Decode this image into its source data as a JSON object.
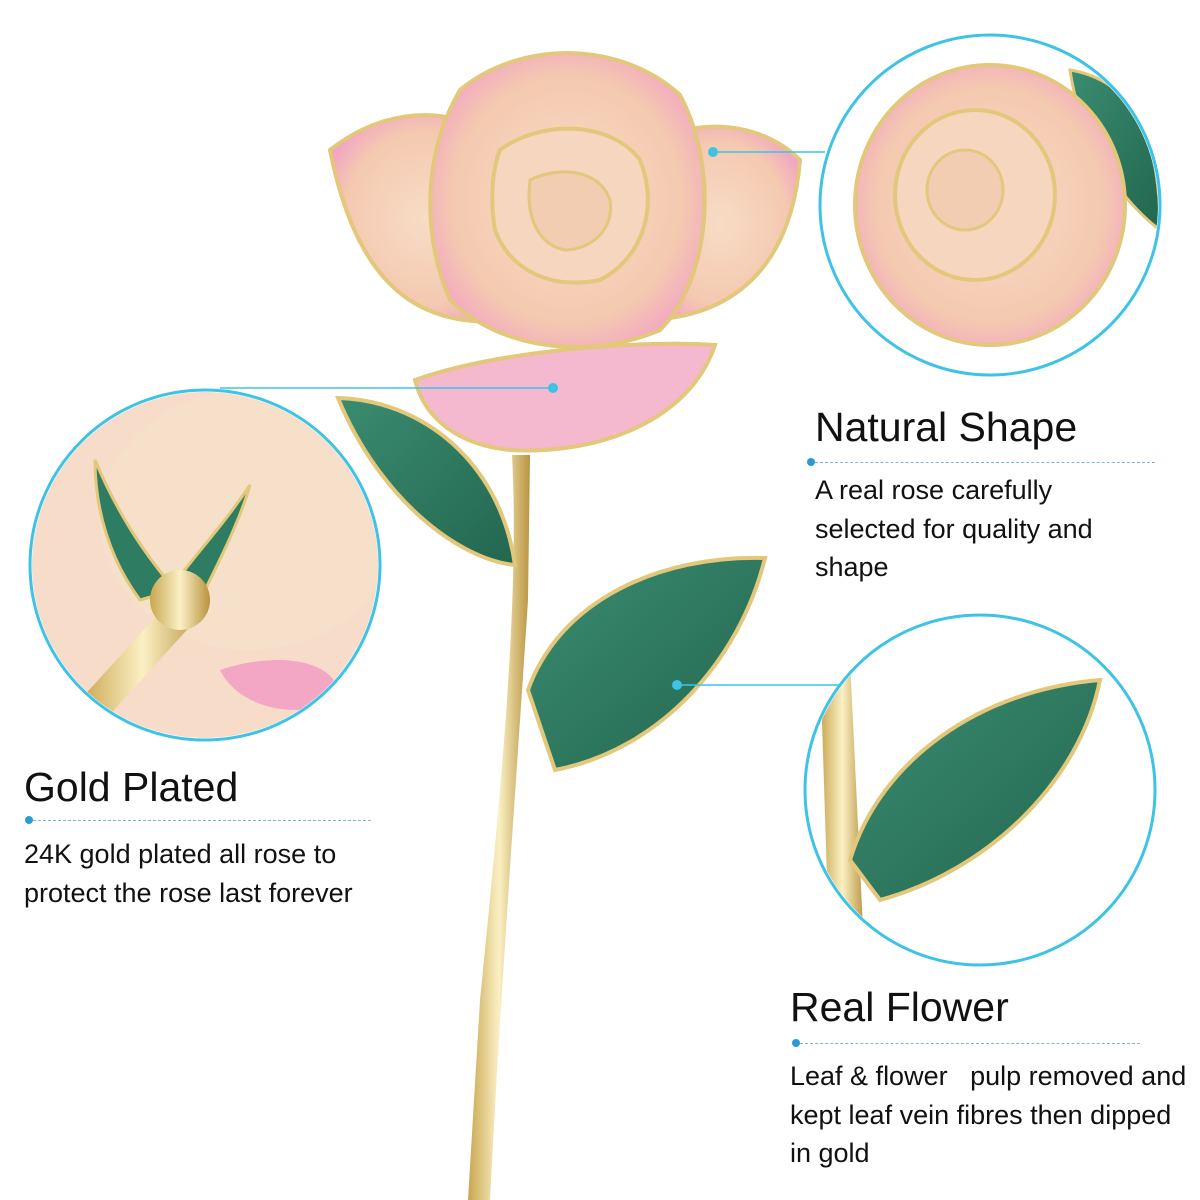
{
  "colors": {
    "accent": "#3ec3e6",
    "petal_pink": "#f3a3c8",
    "petal_peach": "#f7d3bb",
    "leaf": "#2e7d62",
    "gold": "#e3c77a"
  },
  "features": [
    {
      "title": "Natural Shape",
      "description": "A real rose carefully selected for quality and shape"
    },
    {
      "title": "Gold Plated",
      "description": "24K gold plated all rose to protect the rose last forever"
    },
    {
      "title": "Real Flower",
      "description": "Leaf & flower   pulp removed and kept leaf vein fibres then dipped in gold"
    }
  ]
}
